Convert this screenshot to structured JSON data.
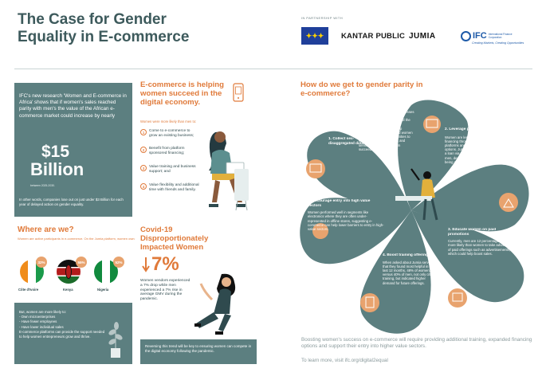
{
  "header": {
    "title_line1": "The Case for Gender",
    "title_line2": "Equality in E-commerce",
    "partnership_label": "IN PARTNERSHIP WITH",
    "partners": {
      "kantar": "KANTAR PUBLIC",
      "jumia": "JUMIA",
      "ifc": "IFC",
      "ifc_sub": "International Finance Corporation",
      "ifc_tagline": "Creating Markets, Creating Opportunities"
    }
  },
  "intro_box": {
    "text": "IFC's new research 'Women and E-commerce in Africa' shows that if women's sales reached parity with men's the value of the African e-commerce market could increase by nearly",
    "amount": "$15",
    "unit": "Billion",
    "period": "between 2025-2030.",
    "footnote": "In other words, companies lose out on just under $3 Billion for each year of delayed action on gender equality."
  },
  "where": {
    "heading": "Where are we?",
    "subtext": "Women are active participants in e-commerce. On the Jumia platform, women own:",
    "countries": [
      {
        "name": "Côte d'Ivoire",
        "pct": "32%"
      },
      {
        "name": "Kenya",
        "pct": "55%"
      },
      {
        "name": "Nigeria",
        "pct": "52%"
      }
    ],
    "likely_intro": "But, women are more likely to:",
    "likely_items": [
      "- Own microenterprises",
      "- Have fewer employees",
      "- Have lower individual sales"
    ],
    "likely_outro": "E-commerce platforms can provide the support needed to help women entrepreneurs grow and thrive."
  },
  "ecommerce": {
    "heading": "E-commerce is helping women succeed in the digital economy.",
    "learn_label": "Women were more likely than men to:",
    "reasons": [
      {
        "num": "1",
        "text": "Come to e-commerce to grow an existing business;"
      },
      {
        "num": "2",
        "text": "Benefit from platform sponsored financing;"
      },
      {
        "num": "3",
        "text": "Value training and business support; and"
      },
      {
        "num": "4",
        "text": "Value flexibility and additional time with friends and family."
      }
    ]
  },
  "covid": {
    "heading": "Covid-19 Disproportionately Impacted Women",
    "pct": "7%",
    "text": "Women vendors experienced a 7% drop while men experienced a 7% rise in average GMV during the pandemic.",
    "box_text": "Reversing this trend will be key to ensuring women can compete in the digital economy following the pandemic."
  },
  "parity": {
    "heading": "How do we get to gender parity in e-commerce?",
    "steps": [
      {
        "title": "1. Collect sex-disaggregated data",
        "text": ""
      },
      {
        "title": "",
        "text": "Targeting women-owned businesses requires understanding which sectors women operate in and the barriers they face. Sex-disaggregated data can help platforms better understand women sellers and inform opportunities to enhance platform features and services that can help them succeed."
      },
      {
        "title": "2. Leverage platform financing",
        "text": "Women are less likely to apply for financing through e-commerce platforms and other emerging fintech options. Just 7% of women received a loan via Jumia, compared to 11% of men, despite their higher likelihood of being approved."
      },
      {
        "title": "3. Educate women on paid promotions",
        "text": "Currently, men are 12 percentage points more likely than women to take advantage of paid offerings such as advertisements, which could help boost sales."
      },
      {
        "title": "4. Boost training offerings",
        "text": "When asked about Jumia services that they found most helpful in the last 12 months, 48% of women, versus 40% of men, not only cited training, but indicated higher demand for future offerings."
      },
      {
        "title": "5. Encourage entry into high value sectors",
        "text": "Women performed well in segments like electronics where they are often under-represented in offline stores, suggesting e-commerce can help lower barriers to entry in high-value sectors."
      }
    ],
    "closing": "Boosting women's success on e-commerce will require providing additional training, expanded financing options and support their entry into higher value sectors.",
    "learn_more": "To learn more, visit ifc.org/digital2equal"
  },
  "colors": {
    "teal": "#5c7f80",
    "orange": "#e07a3a",
    "dark_text": "#2f4a4e",
    "grey_text": "#8a9a9c"
  }
}
